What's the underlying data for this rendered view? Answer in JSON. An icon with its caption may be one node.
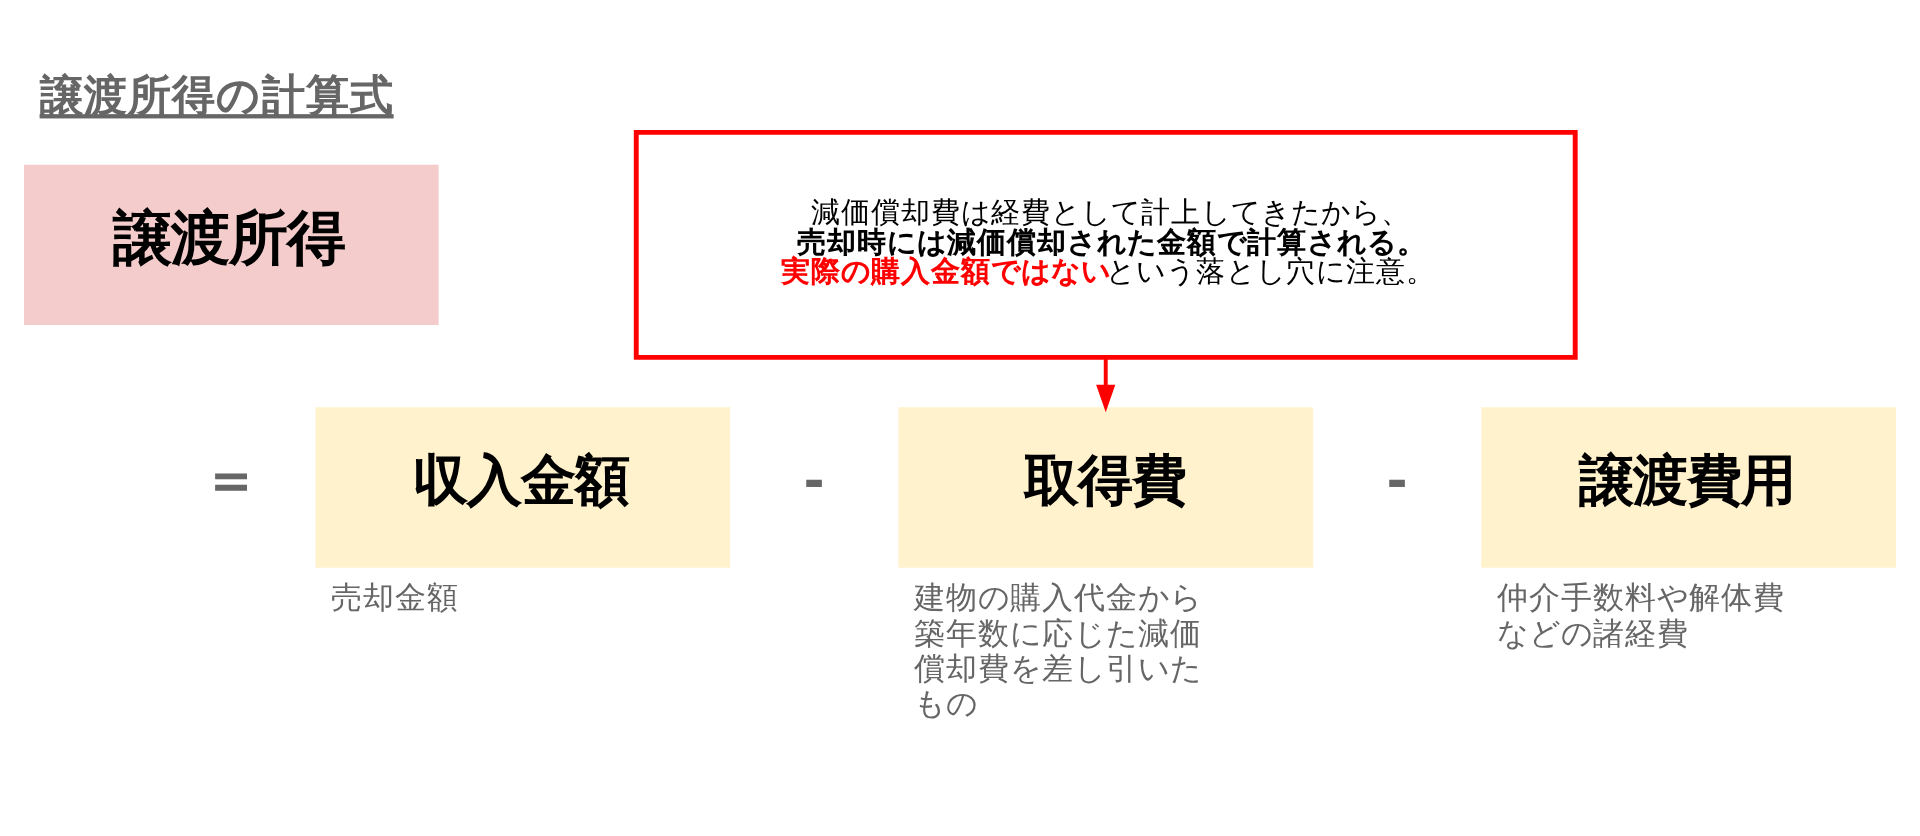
{
  "diagram": {
    "title": "譲渡所得の計算式",
    "nodes": [
      {
        "text": [
          "譲渡所得"
        ]
      },
      {
        "text": [
          "減価償却費は経費として計上してきたから、",
          "**売却時には減価償却された金額で計算される。**",
          "**実際の購入金額ではない**という落とし穴に注意。"
        ]
      },
      {
        "text": [
          "収入金額"
        ],
        "beside": [
          "売却金額"
        ]
      },
      {
        "text": [
          "取得費"
        ],
        "beside": [
          "建物の購入代金から築年数に応じた減価償却費を差し引いたもの"
        ]
      },
      {
        "text": [
          "譲渡費用"
        ],
        "beside": [
          "仲介手数料や解体費などの諸経費"
        ]
      }
    ],
    "edges": [
      {
        "from": 1,
        "to": 3,
        "arrow": "to",
        "color": "#ff0000"
      }
    ],
    "labels": [
      "=",
      "-",
      "-"
    ]
  }
}
